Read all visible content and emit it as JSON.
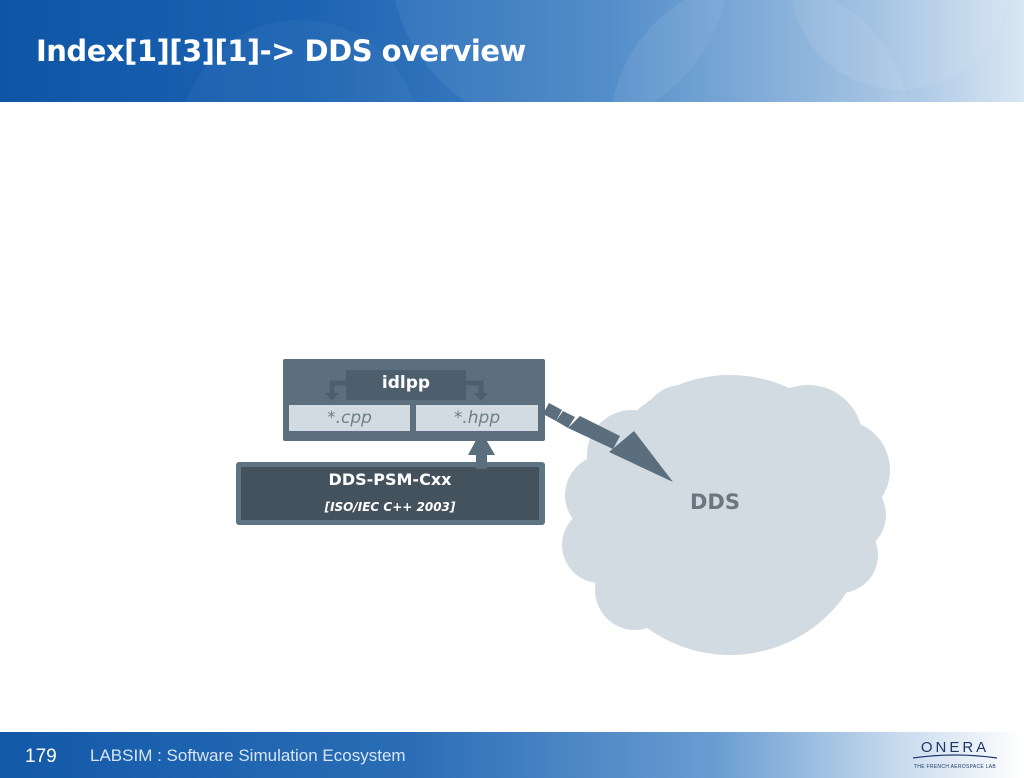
{
  "slide": {
    "title": "Index[1][3][1]-> DDS overview",
    "page_number": "179",
    "footer_text": "LABSIM : Software Simulation Ecosystem"
  },
  "logo": {
    "name": "ONERA",
    "tagline": "THE FRENCH AEROSPACE LAB"
  },
  "diagram": {
    "tool_label": "idlpp",
    "file_cpp": "*.cpp",
    "file_hpp": "*.hpp",
    "psm_label": "DDS-PSM-Cxx",
    "psm_standard": "[ISO/IEC C++ 2003]",
    "cloud_label": "DDS"
  },
  "colors": {
    "header_blue": "#0f55a6",
    "box_slate": "#5b6f7e",
    "box_dark": "#44525d",
    "cloud_gray": "#d1dbe1",
    "arrow_slate": "#5a6e7d"
  }
}
